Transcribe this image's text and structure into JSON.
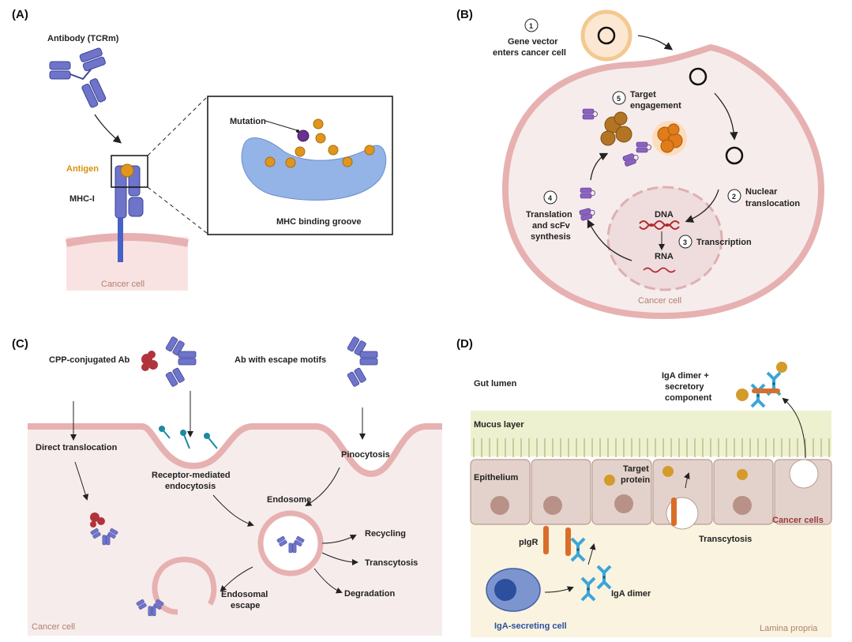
{
  "panels": {
    "a": {
      "label": "(A)",
      "antibody": "Antibody (TCRm)",
      "antigen": "Antigen",
      "mhc": "MHC-I",
      "mutation": "Mutation",
      "groove": "MHC binding groove",
      "cell": "Cancer cell"
    },
    "b": {
      "label": "(B)",
      "step1_num": "1",
      "step1": [
        "Gene vector",
        "enters cancer cell"
      ],
      "step2_num": "2",
      "step2": [
        "Nuclear",
        "translocation"
      ],
      "step3_num": "3",
      "step3": "Transcription",
      "step4_num": "4",
      "step4": [
        "Translation",
        "and scFv",
        "synthesis"
      ],
      "step5_num": "5",
      "step5": [
        "Target",
        "engagement"
      ],
      "dna": "DNA",
      "rna": "RNA",
      "cell": "Cancer cell"
    },
    "c": {
      "label": "(C)",
      "cpp": "CPP-conjugated Ab",
      "escape_ab": "Ab with escape motifs",
      "direct": "Direct translocation",
      "receptor": [
        "Receptor-mediated",
        "endocytosis"
      ],
      "pino": "Pinocytosis",
      "endosome": "Endosome",
      "recycling": "Recycling",
      "transcytosis": "Transcytosis",
      "degradation": "Degradation",
      "endo_escape": [
        "Endosomal",
        "escape"
      ],
      "cell": "Cancer cell"
    },
    "d": {
      "label": "(D)",
      "lumen": "Gut lumen",
      "iga_sc": [
        "IgA dimer +",
        "secretory",
        "component"
      ],
      "mucus": "Mucus layer",
      "epithelium": "Epithelium",
      "target": [
        "Target",
        "protein"
      ],
      "cancer": "Cancer cells",
      "pigr": "pIgR",
      "transcytosis": "Transcytosis",
      "iga_dimer": "IgA dimer",
      "secreting": "IgA-secreting cell",
      "lamina": "Lamina propria"
    }
  },
  "colors": {
    "antibody": "#6e74c9",
    "antigen": "#e0961c",
    "membrane": "#e8b8b8",
    "cell_fill": "#f7ecec",
    "mucus": "#eef1cf",
    "epithelium": "#e3d2cb",
    "iga": "#3aa6d6",
    "cpp": "#b2333b"
  }
}
